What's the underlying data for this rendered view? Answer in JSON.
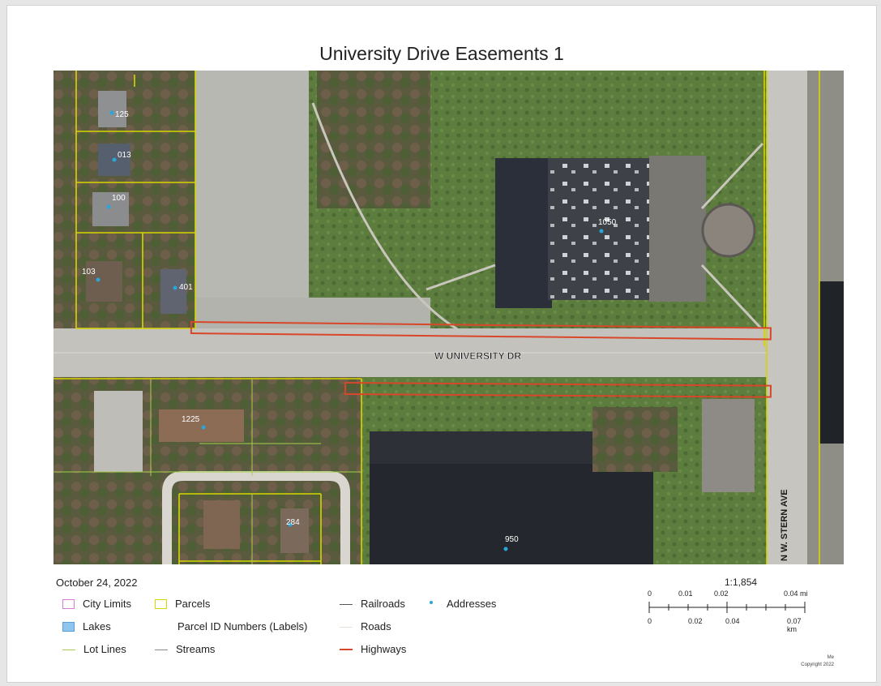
{
  "title": "University Drive Easements 1",
  "date": "October 24, 2022",
  "map": {
    "street_labels": {
      "university": "W UNIVERSITY DR",
      "western": "N W. STERN AVE"
    },
    "addresses": {
      "a1": "125",
      "a2": "013",
      "a3": "100",
      "a4": "103",
      "a5": "401",
      "a6": "1050",
      "a7": "1225",
      "a8": "284",
      "a9": "950"
    }
  },
  "legend": {
    "city_limits": "City Limits",
    "parcels": "Parcels",
    "railroads": "Railroads",
    "addresses": "Addresses",
    "lakes": "Lakes",
    "parcel_ids": "Parcel ID Numbers (Labels)",
    "roads": "Roads",
    "lot_lines": "Lot Lines",
    "streams": "Streams",
    "highways": "Highways"
  },
  "scale": {
    "ratio": "1:1,854",
    "mi_ticks": [
      "0",
      "0.01",
      "0.02",
      "0.04 mi"
    ],
    "km_ticks": [
      "0",
      "0.02",
      "0.04",
      "0.07 km"
    ]
  },
  "credits": {
    "line1": "Me",
    "line2": "Copyright 2022"
  },
  "colors": {
    "highway": "#d9472b",
    "parcel": "#d6d600",
    "lot_line": "#a4d04a",
    "address": "#2aa6d9",
    "city_limits": "#e07ad8"
  }
}
